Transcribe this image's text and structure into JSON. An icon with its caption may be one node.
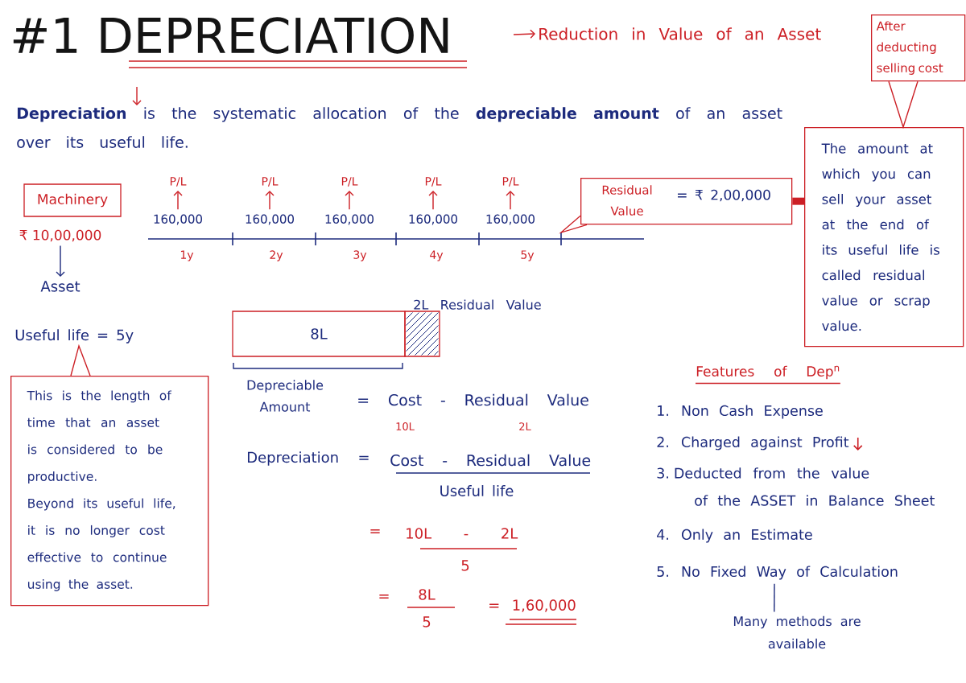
{
  "diagram": {
    "title": "#1 DEPRECIATION",
    "nodes": [
      {
        "text": [
          "Reduction in Value of an Asset"
        ]
      },
      {
        "text": [
          "After deducting selling cost"
        ]
      },
      {
        "text": [
          "**Depreciation** is the systematic allocation of the **depreciable amount** of an asset over its useful life."
        ]
      },
      {
        "text": [
          "P/L"
        ]
      },
      {
        "text": [
          "P/L"
        ]
      },
      {
        "text": [
          "P/L"
        ]
      },
      {
        "text": [
          "P/L"
        ]
      },
      {
        "text": [
          "P/L"
        ]
      },
      {
        "text": [
          "Machinery"
        ]
      },
      {
        "text": [
          "160,000"
        ]
      },
      {
        "text": [
          "160,000"
        ]
      },
      {
        "text": [
          "160,000"
        ]
      },
      {
        "text": [
          "160,000"
        ]
      },
      {
        "text": [
          "160,000"
        ]
      },
      {
        "text": [
          "Residual Value",
          "= ₹ 2,00,000"
        ]
      },
      {
        "text": [
          "The amount at which you can sell your asset at the end of its useful life is called residual value or scrap value."
        ]
      },
      {
        "text": [
          "₹ 10,00,000"
        ]
      },
      {
        "text": [
          "Asset"
        ]
      },
      {
        "text": [
          "8L"
        ]
      },
      {
        "text": [],
        "shape": "box",
        "beside": [
          "2L Residual Value"
        ]
      },
      {
        "text": [
          "Useful life = 5y"
        ]
      },
      {
        "text": [
          "This is the length of time that an asset is considered to be productive.",
          "Beyond its useful life, it is no longer cost effective to continue using the asset."
        ]
      },
      {
        "text": [
          "5. No Fixed Way of Calculation"
        ]
      },
      {
        "text": [
          "Many methods are available"
        ]
      }
    ],
    "edges": [
      {
        "from": null,
        "to": 0,
        "arrow": "to"
      },
      {
        "from": null,
        "to": 2,
        "arrow": "to"
      },
      {
        "from": 9,
        "to": 3,
        "arrow": "to"
      },
      {
        "from": 10,
        "to": 4,
        "arrow": "to"
      },
      {
        "from": 11,
        "to": 5,
        "arrow": "to"
      },
      {
        "from": 12,
        "to": 6,
        "arrow": "to"
      },
      {
        "from": 13,
        "to": 7,
        "arrow": "to"
      },
      {
        "from": 16,
        "to": 17,
        "arrow": "to",
        "color": "#1d2b7d"
      },
      {
        "from": 14,
        "to": 15,
        "arrow": "none",
        "style": "thick"
      },
      {
        "from": 1,
        "to": 15,
        "arrow": "to"
      },
      {
        "from": 21,
        "to": 20,
        "arrow": "to"
      },
      {
        "from": 22,
        "to": 23,
        "arrow": "none",
        "color": "#1d2b7d"
      }
    ],
    "labels": [
      "1y",
      "2y",
      "3y",
      "4y",
      "5y",
      "Depreciable Amount",
      "= Cost - Residual Value",
      "10L",
      "2L",
      "Depreciation =",
      "Cost - Residual Value",
      "Useful life",
      "=",
      "10L - 2L",
      "5",
      "=",
      "8L",
      "5",
      "= 1,60,000",
      "Features of Dep$^{n}$",
      "1. Non Cash Expense",
      "2. Charged against Profit",
      "3. Deducted from the value of the ASSET in Balance Sheet",
      "4. Only an Estimate"
    ]
  }
}
